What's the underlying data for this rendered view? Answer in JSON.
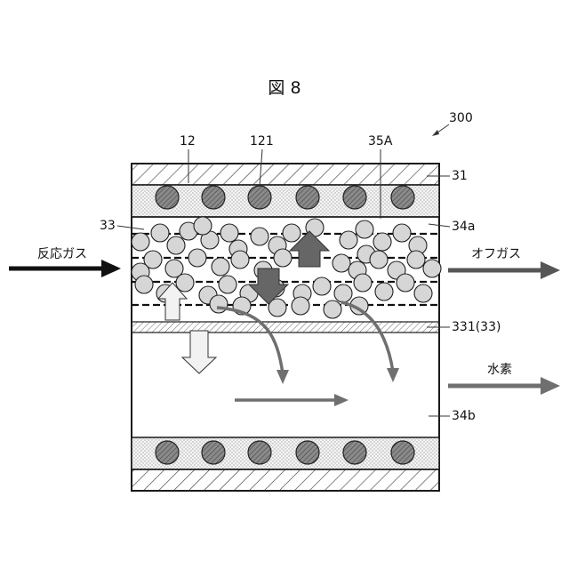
{
  "figure": {
    "title": "図 8",
    "ref": "300"
  },
  "labels": {
    "l12": "12",
    "l121": "121",
    "l35A": "35A",
    "l31": "31",
    "l33": "33",
    "l34a": "34a",
    "l331": "331(33)",
    "l34b": "34b"
  },
  "flows": {
    "inlet": "反応ガス",
    "offgas": "オフガス",
    "hydrogen": "水素"
  },
  "colors": {
    "outline": "#1a1a1a",
    "hatch": "#333333",
    "dots": "#b8b8b8",
    "tube_fill": "#7a7a7a",
    "particle_fill": "#d6d6d6",
    "gray_arrow": "#6f6f6f",
    "dark_arrow": "#565656",
    "membrane_fill": "#cfcfcf"
  }
}
